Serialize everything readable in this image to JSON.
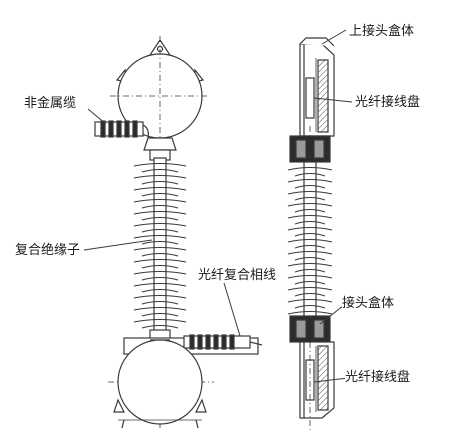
{
  "labels": {
    "upper_junction_box": "上接头盒体",
    "upper_fiber_tray": "光纤接线盘",
    "nonmetallic_cable": "非金属缆",
    "composite_insulator": "复合绝缘子",
    "opgw_phase_line": "光纤复合相线",
    "lower_junction_box": "接头盒体",
    "lower_fiber_tray": "光纤接线盘"
  },
  "colors": {
    "line": "#3a3a3a",
    "hatch": "#555555",
    "dark_fill": "#2b2b2b",
    "light_fill": "#e6e6e6"
  }
}
